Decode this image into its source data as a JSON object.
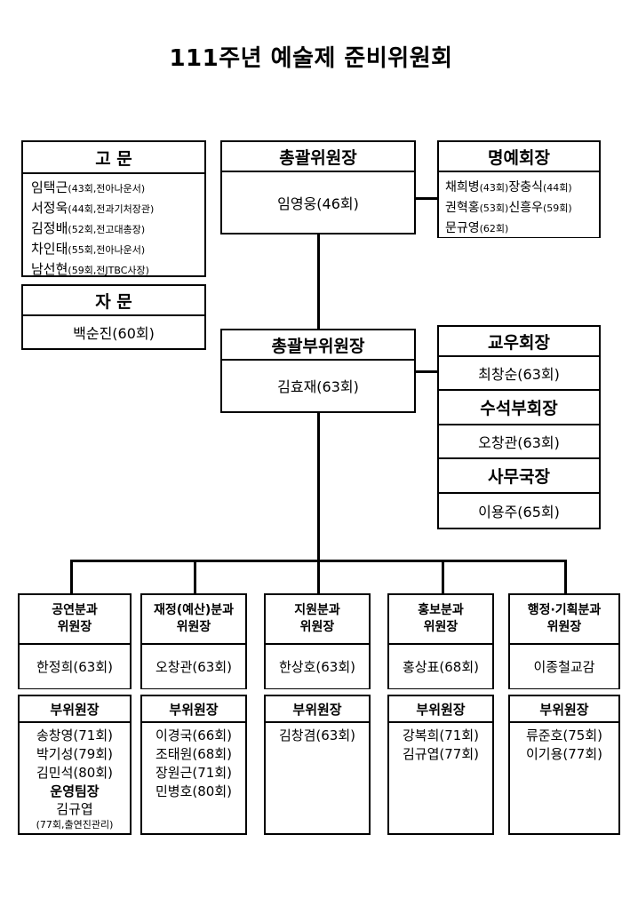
{
  "title": "111주년 예술제 준비위원회",
  "advisors": {
    "header": "고 문",
    "members": [
      {
        "name": "임택근",
        "detail": "(43회,전아나운서)"
      },
      {
        "name": "서정욱",
        "detail": "(44회,전과기처장관)"
      },
      {
        "name": "김정배",
        "detail": "(52회,전고대총장)"
      },
      {
        "name": "차인태",
        "detail": "(55회,전아나운서)"
      },
      {
        "name": "남선현",
        "detail": "(59회,전JTBC사장)"
      }
    ]
  },
  "counsel": {
    "header": "자 문",
    "members": [
      "백순진(60회)"
    ]
  },
  "chief_chair": {
    "header": "총괄위원장",
    "members": [
      "임영웅(46회)"
    ]
  },
  "honorary_chair": {
    "header": "명예회장",
    "lines": [
      {
        "a_name": "채희병",
        "a_detail": "(43회)",
        "b_name": "장충식",
        "b_detail": "(44회)"
      },
      {
        "a_name": "권혁홍",
        "a_detail": "(53회)",
        "b_name": "신흥우",
        "b_detail": "(59회)"
      },
      {
        "a_name": "문규영",
        "a_detail": "(62회)",
        "b_name": "",
        "b_detail": ""
      }
    ]
  },
  "vice_chief_chair": {
    "header": "총괄부위원장",
    "members": [
      "김효재(63회)"
    ]
  },
  "alumni_column": [
    {
      "header": "교우회장",
      "member": "최창순(63회)"
    },
    {
      "header": "수석부회장",
      "member": "오창관(63회)"
    },
    {
      "header": "사무국장",
      "member": "이용주(65회)"
    }
  ],
  "divisions": [
    {
      "header_line1": "공연분과",
      "header_line2": "위원장",
      "chair": "한정희(63회)",
      "vice_header": "부위원장",
      "vice_members": [
        "송창영(71회)",
        "박기성(79회)",
        "김민석(80회)"
      ],
      "team_lead_header": "운영팀장",
      "team_lead_name": "김규엽",
      "team_lead_detail": "(77회,출연진관리)"
    },
    {
      "header_line1": "재정(예산)분과",
      "header_line2": "위원장",
      "chair": "오창관(63회)",
      "vice_header": "부위원장",
      "vice_members": [
        "이경국(66회)",
        "조태원(68회)",
        "장원근(71회)",
        "민병호(80회)"
      ],
      "team_lead_header": "",
      "team_lead_name": "",
      "team_lead_detail": ""
    },
    {
      "header_line1": "지원분과",
      "header_line2": "위원장",
      "chair": "한상호(63회)",
      "vice_header": "부위원장",
      "vice_members": [
        "김창겸(63회)"
      ],
      "team_lead_header": "",
      "team_lead_name": "",
      "team_lead_detail": ""
    },
    {
      "header_line1": "홍보분과",
      "header_line2": "위원장",
      "chair": "홍상표(68회)",
      "vice_header": "부위원장",
      "vice_members": [
        "강복희(71회)",
        "김규엽(77회)"
      ],
      "team_lead_header": "",
      "team_lead_name": "",
      "team_lead_detail": ""
    },
    {
      "header_line1": "행정·기획분과",
      "header_line2": "위원장",
      "chair": "이종철교감",
      "vice_header": "부위원장",
      "vice_members": [
        "류준호(75회)",
        "이기용(77회)"
      ],
      "team_lead_header": "",
      "team_lead_name": "",
      "team_lead_detail": ""
    }
  ]
}
